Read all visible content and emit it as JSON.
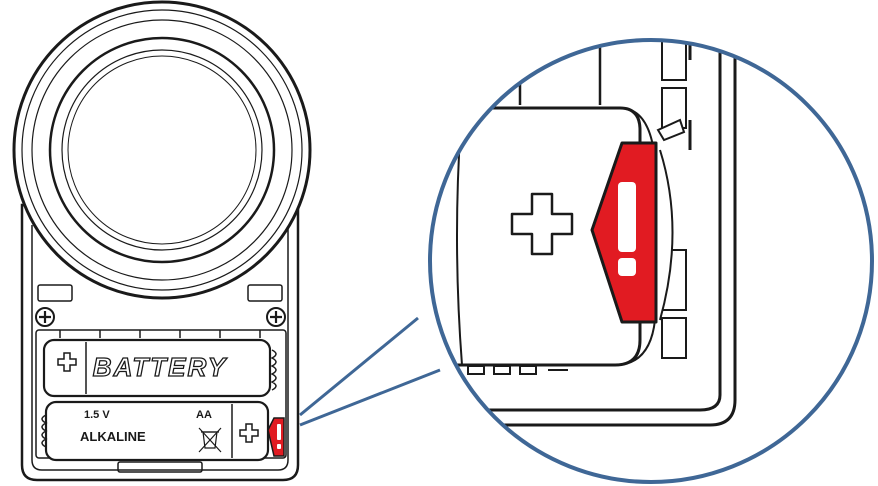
{
  "batteries": [
    {
      "label": "BATTERY",
      "polarity": "+"
    },
    {
      "voltage": "1.5 V",
      "size": "AA",
      "chemistry": "ALKALINE",
      "polarity": "+"
    }
  ],
  "callout": {
    "polarity": "+",
    "warning_symbol": "!"
  },
  "icons": [
    "screw-icon",
    "warning-icon",
    "recycle-bin-icon",
    "spring-contact-icon"
  ],
  "colors": {
    "warning": "#e11b22",
    "callout_ring": "#3f6796",
    "outline": "#1a1a1a"
  }
}
